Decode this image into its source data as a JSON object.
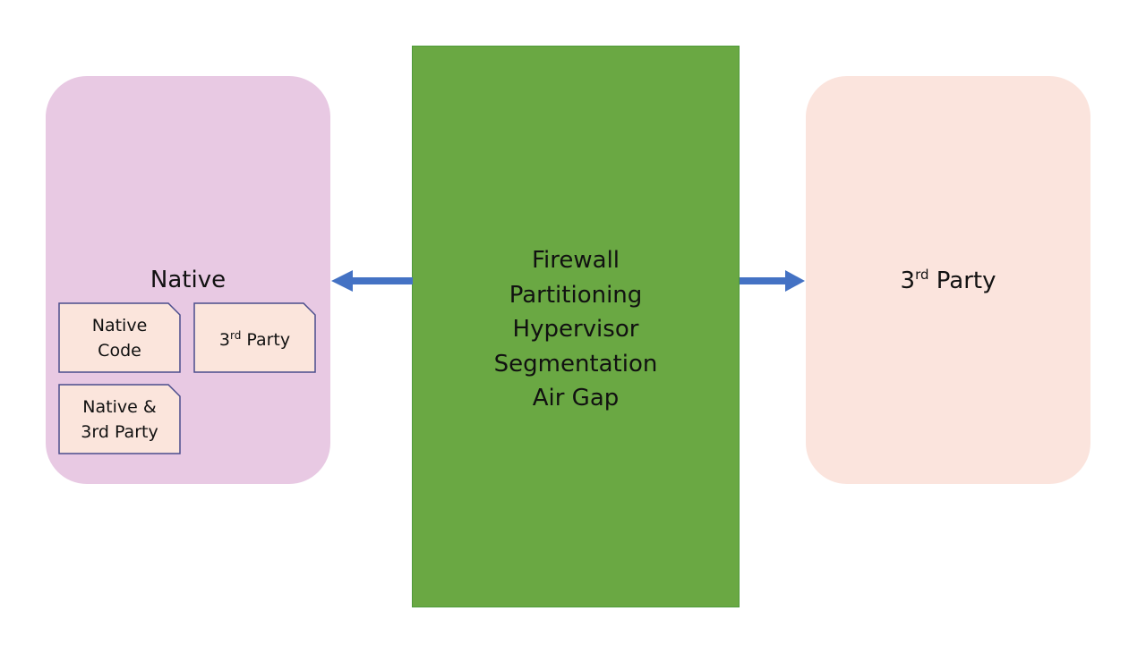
{
  "colors": {
    "native_zone": "#e8c9e3",
    "third_party_zone": "#fbe4dd",
    "isolation_block": "#6aa843",
    "arrow": "#4472c4",
    "snip_box_fill": "#fbe5dc",
    "snip_box_border": "#4a4d8c"
  },
  "native_zone": {
    "title": "Native",
    "boxes": [
      {
        "line1": "Native",
        "line2": "Code"
      },
      {
        "prefix": "3",
        "sup": "rd",
        "suffix": " Party"
      },
      {
        "line1": "Native &",
        "line2": "3rd Party"
      }
    ]
  },
  "isolation": {
    "items": [
      "Firewall",
      "Partitioning",
      "Hypervisor",
      "Segmentation",
      "Air Gap"
    ]
  },
  "third_party_zone": {
    "prefix": "3",
    "sup": "rd",
    "suffix": " Party"
  },
  "arrows": [
    {
      "from": "isolation",
      "to": "native",
      "direction": "left"
    },
    {
      "from": "isolation",
      "to": "third-party",
      "direction": "right"
    }
  ]
}
